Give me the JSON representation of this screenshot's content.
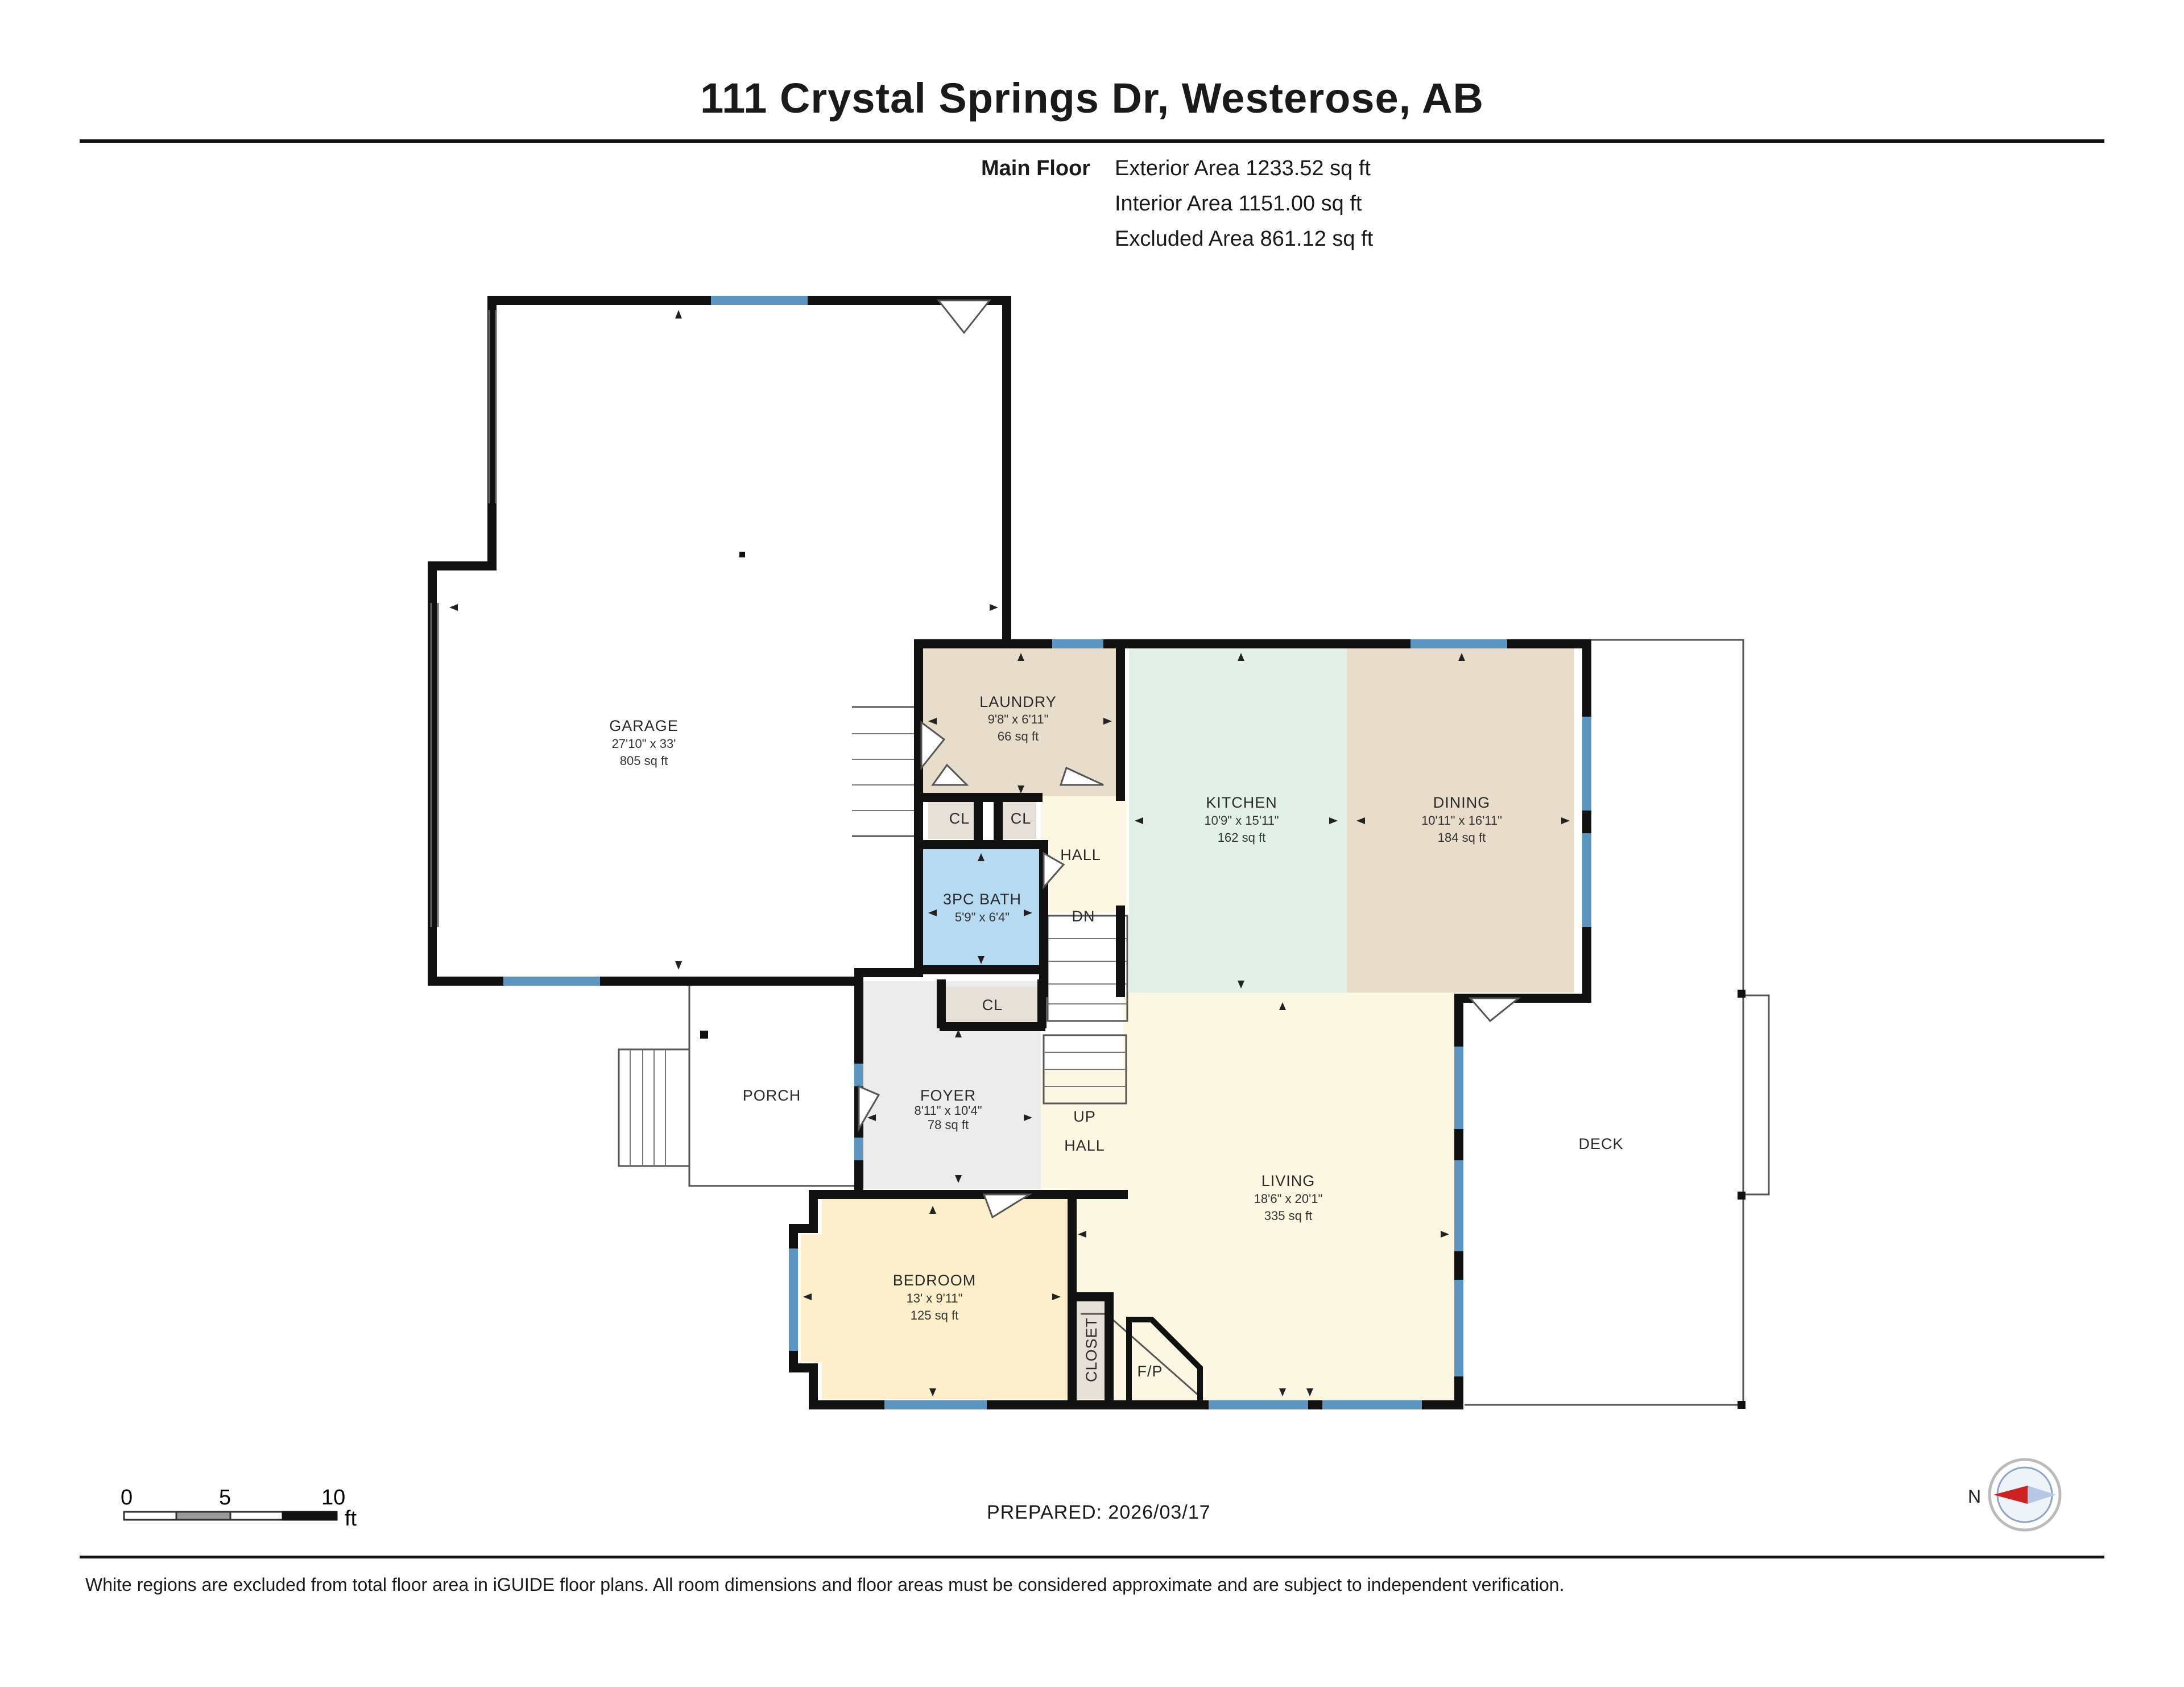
{
  "title": "111 Crystal Springs Dr, Westerose, AB",
  "floor": {
    "label": "Main Floor",
    "exterior": "Exterior Area 1233.52 sq ft",
    "interior": "Interior Area 1151.00 sq ft",
    "excluded": "Excluded Area 861.12 sq ft"
  },
  "rooms": {
    "garage": {
      "name": "GARAGE",
      "dims": "27'10\" x 33'",
      "area": "805 sq ft"
    },
    "laundry": {
      "name": "LAUNDRY",
      "dims": "9'8\" x 6'11\"",
      "area": "66 sq ft"
    },
    "kitchen": {
      "name": "KITCHEN",
      "dims": "10'9\" x 15'11\"",
      "area": "162 sq ft"
    },
    "dining": {
      "name": "DINING",
      "dims": "10'11\" x 16'11\"",
      "area": "184 sq ft"
    },
    "bath": {
      "name": "3PC BATH",
      "dims": "5'9\" x 6'4\""
    },
    "foyer": {
      "name": "FOYER",
      "dims": "8'11\" x 10'4\"",
      "area": "78 sq ft"
    },
    "living": {
      "name": "LIVING",
      "dims": "18'6\" x 20'1\"",
      "area": "335 sq ft"
    },
    "bedroom": {
      "name": "BEDROOM",
      "dims": "13' x 9'11\"",
      "area": "125 sq ft"
    }
  },
  "labels": {
    "cl": "CL",
    "hall": "HALL",
    "dn": "DN",
    "up": "UP",
    "porch": "PORCH",
    "deck": "DECK",
    "closet": "CLOSET",
    "fp": "F/P"
  },
  "scale": {
    "t0": "0",
    "t5": "5",
    "t10": "10",
    "unit": "ft"
  },
  "compass": "N",
  "prepared": "PREPARED: 2026/03/17",
  "disclaimer": "White regions are excluded from total floor area in iGUIDE floor plans. All room dimensions and floor areas must be considered approximate and are subject to independent verification.",
  "colors": {
    "wall": "#111111",
    "window": "#5b95c0",
    "laundry": "#e8dccb",
    "kitchen": "#e3f0e7",
    "dining": "#e9dccb",
    "bath": "#b7daf3",
    "foyer": "#ececec",
    "living": "#fcf7e3",
    "bedroom": "#fdefcc",
    "hall": "#fcf7e3",
    "closet": "#e6e0d8"
  }
}
